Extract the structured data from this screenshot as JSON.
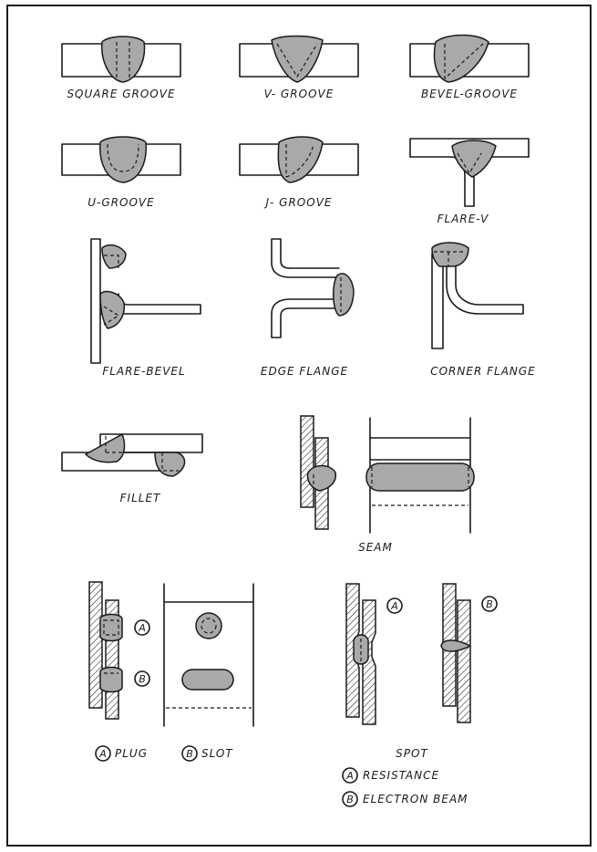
{
  "labels": {
    "square_groove": "SQUARE GROOVE",
    "v_groove": "V- GROOVE",
    "bevel_groove": "BEVEL-GROOVE",
    "u_groove": "U-GROOVE",
    "j_groove": "J- GROOVE",
    "flare_v": "FLARE-V",
    "flare_bevel": "FLARE-BEVEL",
    "edge_flange": "EDGE FLANGE",
    "corner_flange": "CORNER FLANGE",
    "fillet": "FILLET",
    "seam": "SEAM",
    "plug": "PLUG",
    "slot": "SLOT",
    "spot": "SPOT",
    "resistance": "RESISTANCE",
    "electron_beam": "ELECTRON BEAM"
  },
  "markers": {
    "a": "A",
    "b": "B"
  },
  "colors": {
    "weld": "#a9a9a9",
    "line": "#1a1a1a",
    "background": "#ffffff"
  }
}
